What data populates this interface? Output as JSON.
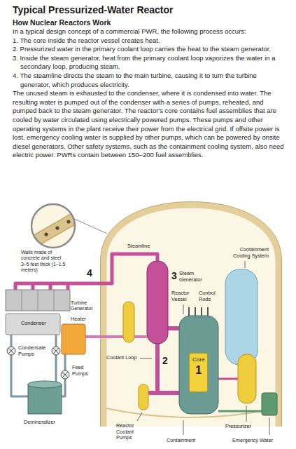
{
  "diagram": {
    "title": "Typical Pressurized-Water Reactor",
    "nodes": [
      {
        "text": [
          "Core",
          "1"
        ]
      }
    ],
    "labels": [
      "How Nuclear Reactors Work",
      "In a typical design concept of a commercial PWR, the following process occurs:",
      "1. The core inside the reactor vessel creates heat.",
      "2. Pressurized water in the primary coolant loop carries the heat to the steam generator.",
      "3. Inside the steam generator, heat from the primary coolant loop vaporizes the water in a secondary loop, producing steam.",
      "4. The steamline directs the steam to the main turbine, causing it to turn the turbine generator, which produces electricity.",
      "The unused steam is exhausted to the condenser, where it is condensed into water. The resulting water is pumped out of the condenser with a series of pumps, reheated, and pumped back to the steam generator. The reactor's core contains fuel assemblies that are cooled by water circulated using electrically powered pumps. These pumps and other operating systems in the plant receive their power from the electrical grid. If offsite power is lost, emergency cooling water is supplied by other pumps, which can be powered by onsite diesel generators. Other safety systems, such as the containment cooling system, also need electric power. PWRs contain between 150–200 fuel assemblies.",
      "Walls made of concrete and steel 3–5 feet thick (1–1.5 meters)",
      "Steamline",
      "Containment Cooling System",
      "3",
      "Steam Generator",
      "Reactor Vessel",
      "Control Rods",
      "4",
      "Turbine Generator",
      "Heater",
      "Condenser",
      "Condensate Pumps",
      "Feed Pumps",
      "Coolant Loop",
      "2",
      "Demineralizer",
      "Reactor Coolant Pumps",
      "Containment",
      "Pressurizer",
      "Emergency Water"
    ]
  }
}
